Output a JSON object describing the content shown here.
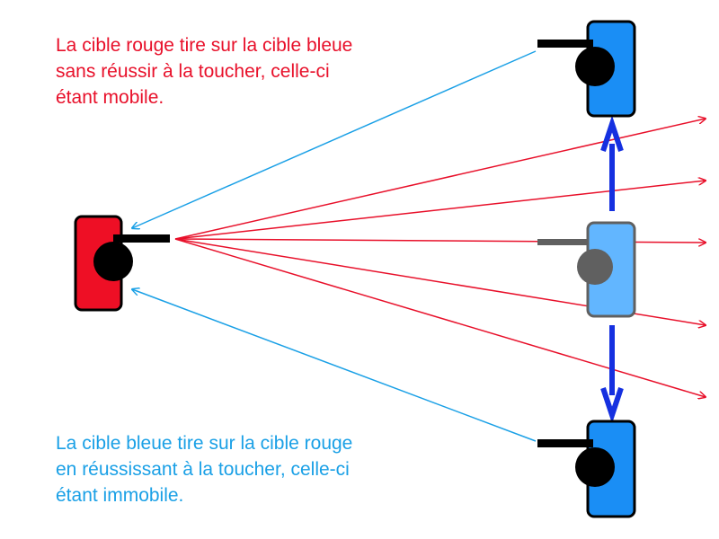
{
  "colors": {
    "red_text": "#e8102a",
    "blue_text": "#1aa0e6",
    "red_tank": "#ee0f25",
    "blue_tank": "#1a8ef5",
    "ghost_tank": "#62b6ff",
    "ghost_outline": "#606060",
    "red_shot": "#e8102a",
    "blue_shot": "#1aa0e6",
    "motion_arrow": "#1530e0"
  },
  "captions": {
    "red": {
      "lines": [
        "La cible rouge tire sur la cible bleue",
        "sans réussir à la toucher, celle-ci",
        "étant mobile."
      ]
    },
    "blue": {
      "lines": [
        "La cible bleue tire sur la cible rouge",
        "en réussissant à la toucher, celle-ci",
        "étant immobile."
      ]
    }
  }
}
